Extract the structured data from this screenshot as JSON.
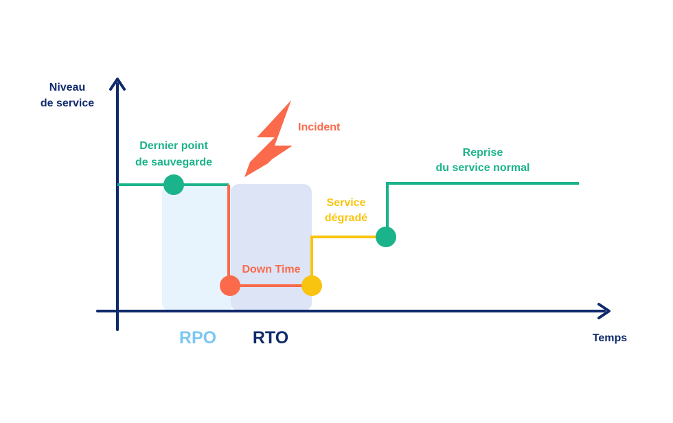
{
  "axes": {
    "y_label_line1": "Niveau",
    "y_label_line2": "de service",
    "x_label": "Temps"
  },
  "labels": {
    "last_backup_line1": "Dernier point",
    "last_backup_line2": "de sauvegarde",
    "incident": "Incident",
    "recovery_line1": "Reprise",
    "recovery_line2": "du service normal",
    "degraded_line1": "Service",
    "degraded_line2": "dégradé",
    "downtime": "Down Time",
    "rpo": "RPO",
    "rto": "RTO"
  },
  "colors": {
    "axis": "#0f2a6b",
    "normal_service": "#1bb38a",
    "incident": "#fa6a4b",
    "degraded": "#f9c40f",
    "rpo_zone": "#e7f4fd",
    "rto_zone": "#dde4f6",
    "rpo_text": "#7cc8f3",
    "rto_text": "#0f2a6b"
  },
  "icons": {
    "incident": "lightning-bolt-icon"
  }
}
